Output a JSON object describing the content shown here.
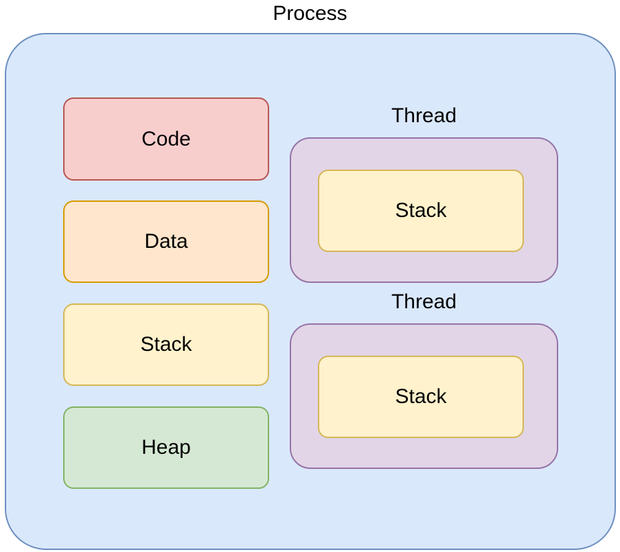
{
  "diagram": {
    "background": "#ffffff",
    "text_color": "#000000",
    "process": {
      "label": "Process",
      "fill": "#dae8fc",
      "stroke": "#6c8ebf",
      "segments": [
        {
          "label": "Code",
          "fill": "#f8cecc",
          "stroke": "#b85450"
        },
        {
          "label": "Data",
          "fill": "#ffe6cc",
          "stroke": "#d79b00"
        },
        {
          "label": "Stack",
          "fill": "#fff2cc",
          "stroke": "#d6b656"
        },
        {
          "label": "Heap",
          "fill": "#d5e8d4",
          "stroke": "#82b366"
        }
      ],
      "threads": [
        {
          "label": "Thread",
          "fill": "#e1d5e7",
          "stroke": "#9673a6",
          "stack": {
            "label": "Stack",
            "fill": "#fff2cc",
            "stroke": "#d6b656"
          }
        },
        {
          "label": "Thread",
          "fill": "#e1d5e7",
          "stroke": "#9673a6",
          "stack": {
            "label": "Stack",
            "fill": "#fff2cc",
            "stroke": "#d6b656"
          }
        }
      ]
    }
  }
}
